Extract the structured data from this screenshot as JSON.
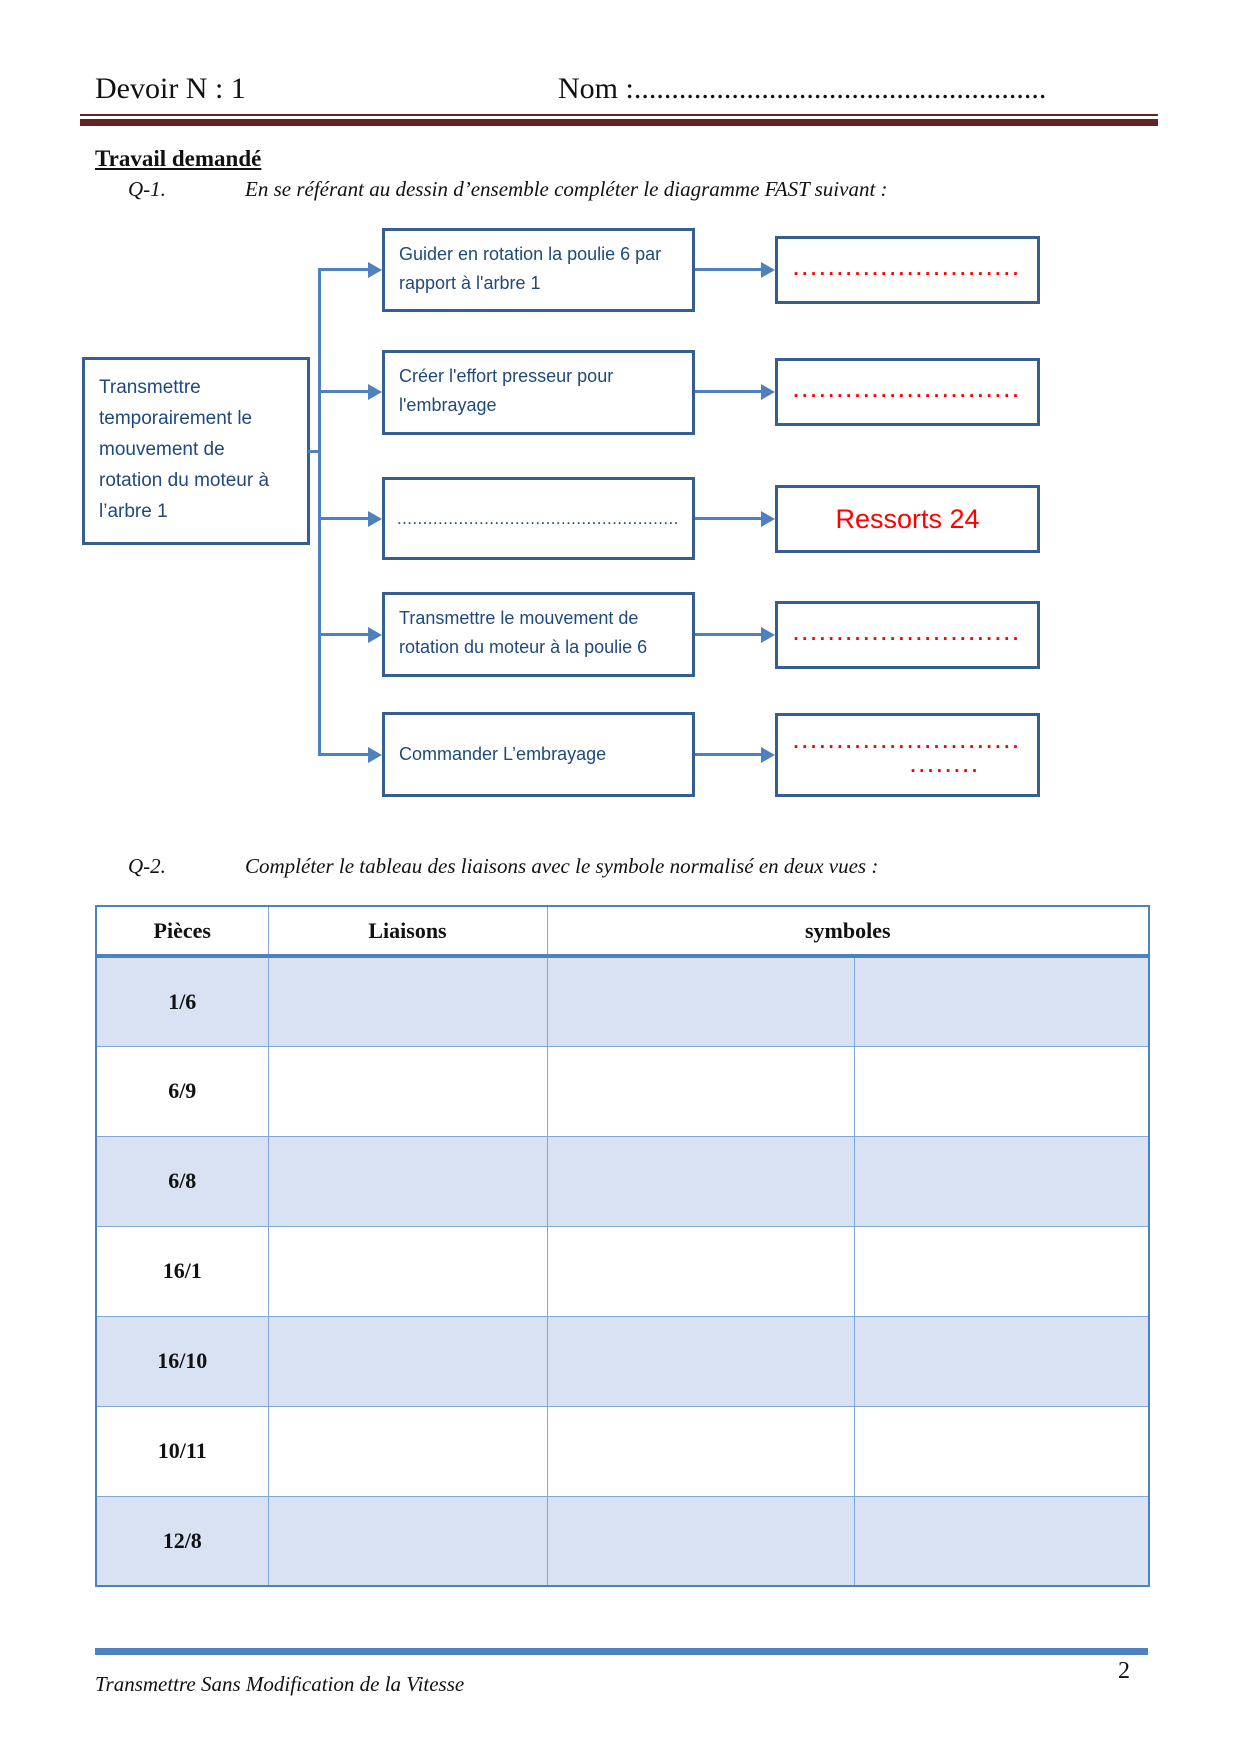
{
  "header": {
    "title": "Devoir N : 1",
    "name_label": "Nom :",
    "name_dots": "......................................................."
  },
  "work": {
    "heading": "Travail demandé"
  },
  "q1": {
    "label": "Q-1.",
    "text": "En se référant au dessin d’ensemble compléter le diagramme FAST suivant :"
  },
  "q2": {
    "label": "Q-2.",
    "text": "Compléter le tableau des liaisons avec le symbole normalisé en deux vues :"
  },
  "diagram": {
    "root": "Transmettre temporairement le mouvement de rotation du moteur à l’arbre 1",
    "rows": [
      {
        "fn": "Guider en rotation la poulie 6 par rapport à  l'arbre 1",
        "sol": ".........................."
      },
      {
        "fn": "Créer l'effort presseur pour l'embrayage",
        "sol": ".........................."
      },
      {
        "fn": "..............................................................",
        "sol": "Ressorts 24"
      },
      {
        "fn": "Transmettre le mouvement de rotation du moteur à la poulie 6",
        "sol": ".........................."
      },
      {
        "fn": "Commander L’embrayage",
        "sol": "..........................",
        "sol2": "........"
      }
    ]
  },
  "table": {
    "headers": [
      "Pièces",
      "Liaisons",
      "symboles"
    ],
    "rows": [
      {
        "piece": "1/6"
      },
      {
        "piece": "6/9"
      },
      {
        "piece": "6/8"
      },
      {
        "piece": "16/1"
      },
      {
        "piece": "16/10"
      },
      {
        "piece": "10/11"
      },
      {
        "piece": "12/8"
      }
    ]
  },
  "footer": {
    "doc_title": "Transmettre Sans Modification de la Vitesse",
    "page_number": "2"
  },
  "colors": {
    "accent_blue": "#4E81BD",
    "box_border_blue": "#365F91",
    "diagram_text_blue": "#1F497D",
    "answer_red": "#FF0000",
    "rule_maroon": "#632423",
    "table_border_light": "#7FA8D9",
    "row_shade": "#D9E2F3"
  }
}
